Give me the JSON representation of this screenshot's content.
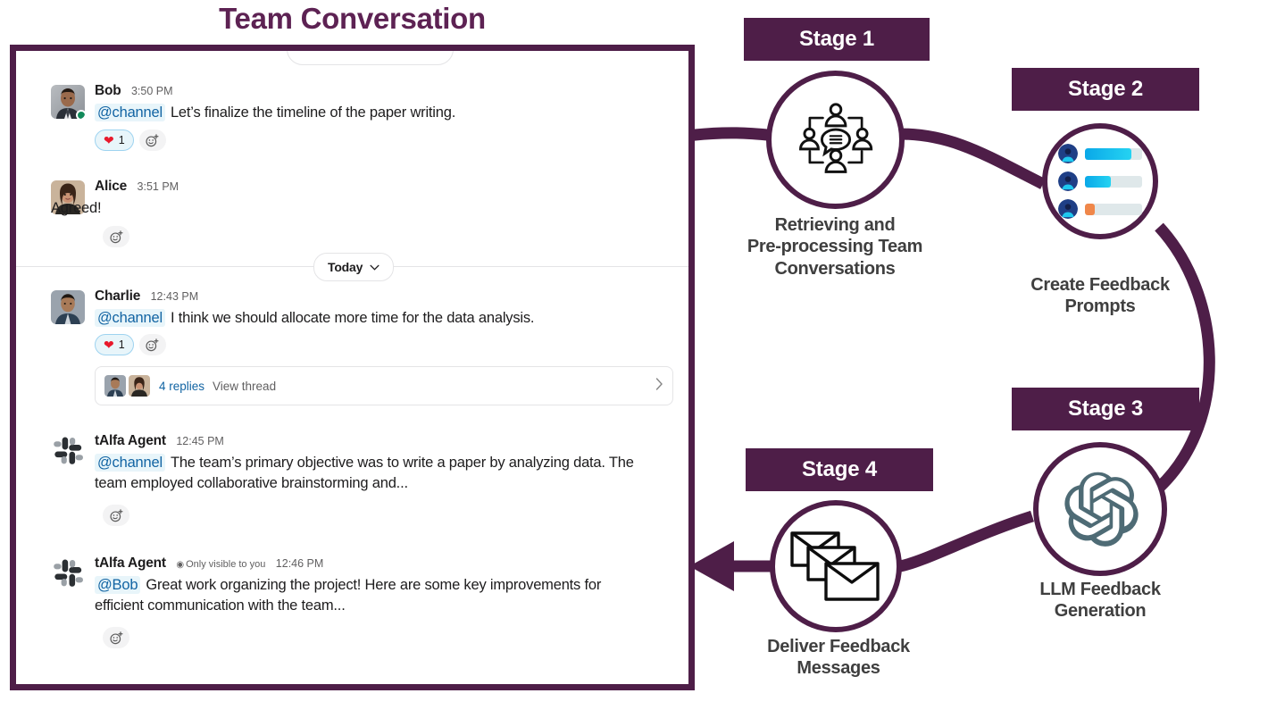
{
  "title": "Team Conversation",
  "colors": {
    "brand_purple": "#4e1e48",
    "title_purple": "#5d2253",
    "mention_blue": "#1264a3",
    "caption_gray": "#3f3f3f",
    "heart_red": "#e8192c",
    "presence_green": "#118a5a"
  },
  "slack": {
    "day_divider": {
      "label": "Today",
      "chevron": "chevron-down-icon"
    },
    "messages": [
      {
        "id": "bob-350",
        "author": "Bob",
        "timestamp": "3:50 PM",
        "mention": "@channel",
        "text": "Let’s finalize the timeline of the paper writing.",
        "avatar": "photo-bob",
        "presence": "online",
        "reactions": [
          {
            "emoji": "heart-icon",
            "count": "1"
          }
        ],
        "add_reaction": "add-reaction-icon"
      },
      {
        "id": "alice-351",
        "author": "Alice",
        "timestamp": "3:51 PM",
        "mention": "",
        "text": "Agreed!",
        "avatar": "photo-alice",
        "presence": "none",
        "reactions": [],
        "add_reaction": "add-reaction-icon"
      },
      {
        "id": "charlie-1243",
        "author": "Charlie",
        "timestamp": "12:43 PM",
        "mention": "@channel",
        "text": "I think we should allocate more time for the data analysis.",
        "avatar": "photo-charlie",
        "presence": "none",
        "reactions": [
          {
            "emoji": "heart-icon",
            "count": "1"
          }
        ],
        "add_reaction": "add-reaction-icon",
        "thread": {
          "replies_label": "4 replies",
          "view_label": "View thread",
          "chevron": "chevron-right-icon"
        }
      },
      {
        "id": "agent-1245",
        "author": "tAlfa Agent",
        "timestamp": "12:45 PM",
        "mention": "@channel",
        "text": "The team’s primary objective was to write a paper by analyzing data. The team employed collaborative brainstorming and...",
        "avatar": "slack-bot-icon",
        "presence": "none",
        "reactions": [],
        "add_reaction": "add-reaction-icon"
      },
      {
        "id": "agent-1246",
        "author": "tAlfa Agent",
        "visibility_note": "Only visible to you",
        "visibility_icon": "eye-icon",
        "timestamp": "12:46 PM",
        "mention": "@Bob",
        "text": "Great work organizing the project! Here are some key improvements for efficient communication with the team...",
        "avatar": "slack-bot-icon",
        "presence": "none",
        "reactions": [],
        "add_reaction": "add-reaction-icon"
      }
    ]
  },
  "flow": {
    "stages": [
      {
        "badge": "Stage 1",
        "caption": "Retrieving and\nPre-processing Team\nConversations",
        "icon": "team-conversation-icon"
      },
      {
        "badge": "Stage 2",
        "caption": "Create Feedback\nPrompts",
        "icon": "feedback-prompt-list-icon",
        "bars": [
          {
            "fill_pct": 82,
            "color": "#15b7e8"
          },
          {
            "fill_pct": 45,
            "color": "#15b7e8"
          },
          {
            "fill_pct": 17,
            "color": "#f08a4b"
          }
        ]
      },
      {
        "badge": "Stage 3",
        "caption": "LLM Feedback\nGeneration",
        "icon": "openai-logo-icon"
      },
      {
        "badge": "Stage 4",
        "caption": "Deliver Feedback\nMessages",
        "icon": "envelopes-icon"
      }
    ]
  }
}
